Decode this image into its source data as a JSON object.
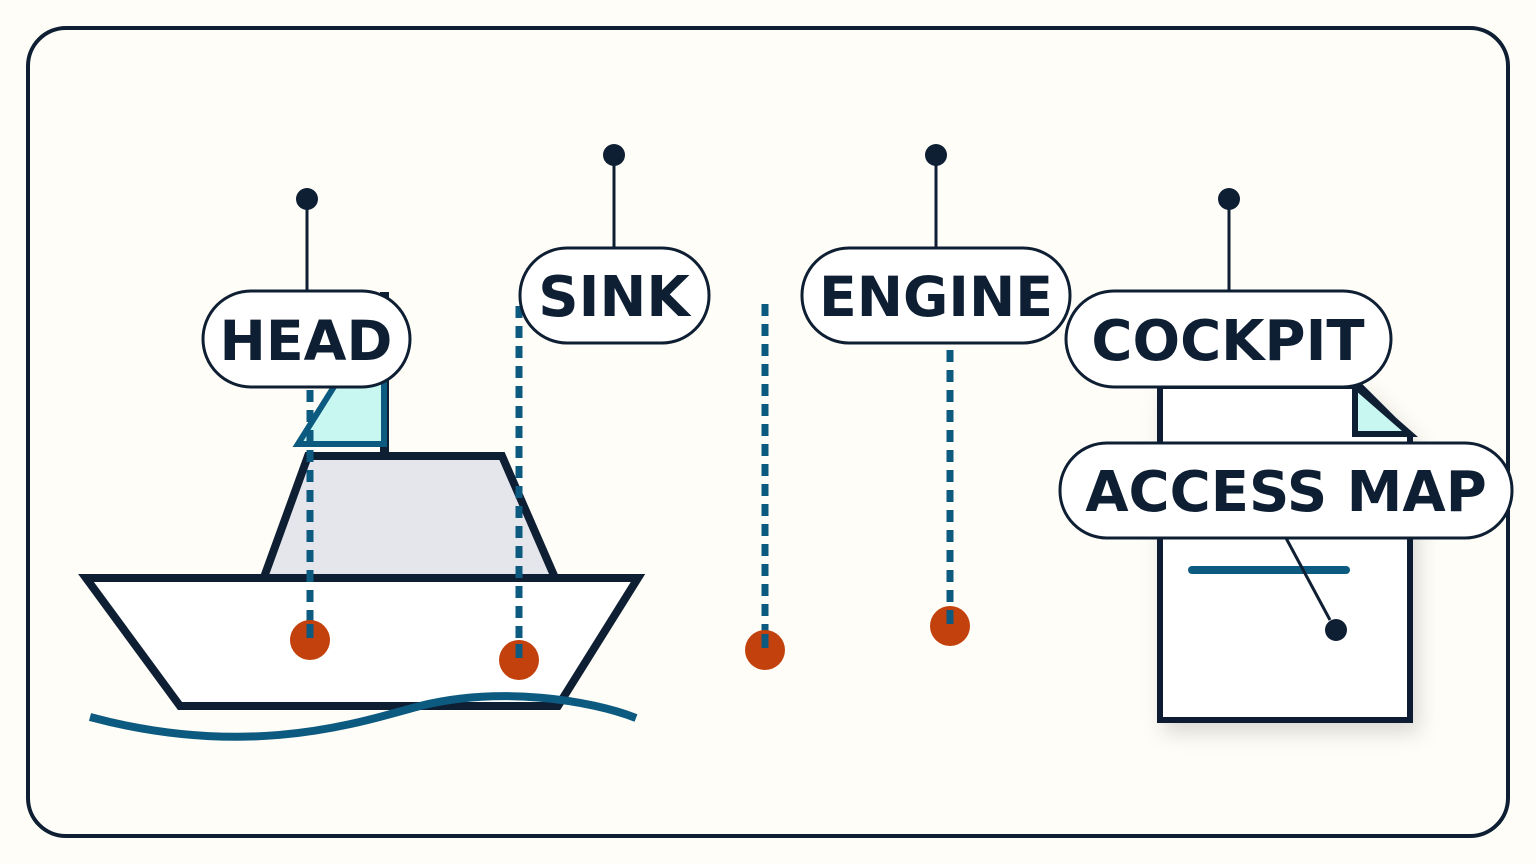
{
  "labels": {
    "head": "HEAD",
    "sink": "SINK",
    "engine": "ENGINE",
    "cockpit": "COCKPIT",
    "access_map": "ACCESS MAP"
  },
  "colors": {
    "background": "#fffdf7",
    "outline": "#0f1f33",
    "blue": "#0d5a80",
    "orange": "#c2410c",
    "cabin": "#e4e6ec",
    "flag": "#c8f7f2",
    "hull": "#ffffff"
  }
}
